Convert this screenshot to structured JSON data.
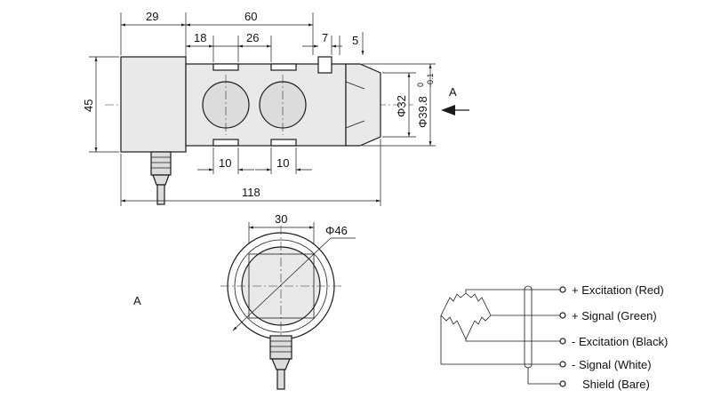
{
  "side_view": {
    "dims": {
      "d29": "29",
      "d60": "60",
      "d18": "18",
      "d26": "26",
      "d7": "7",
      "d5": "5",
      "d45": "45",
      "d10a": "10",
      "d10b": "10",
      "d118": "118",
      "phi32": "Φ32",
      "phi398": "Φ39.8",
      "tol_upper": "0",
      "tol_lower": "-0.1"
    },
    "view_arrow_label": "A"
  },
  "end_view": {
    "label": "A",
    "dims": {
      "d30": "30",
      "phi46": "Φ46"
    }
  },
  "wiring": {
    "leads": [
      {
        "label": "+ Excitation (Red)"
      },
      {
        "label": "+ Signal (Green)"
      },
      {
        "label": "- Excitation (Black)"
      },
      {
        "label": "- Signal (White)"
      },
      {
        "label": "Shield (Bare)"
      }
    ]
  }
}
